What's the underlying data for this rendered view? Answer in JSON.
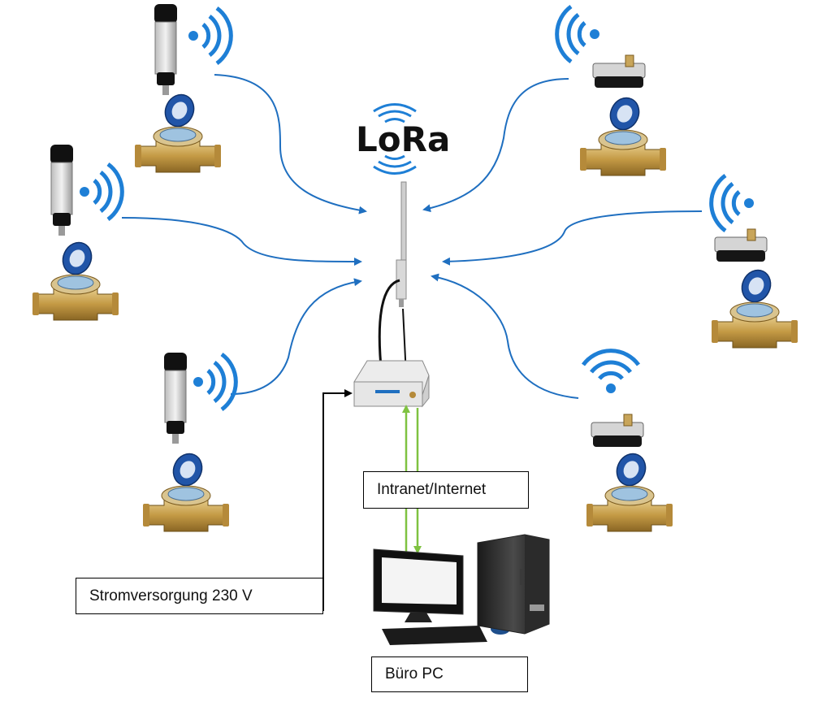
{
  "logo": {
    "text": "LoRa"
  },
  "labels": {
    "network": "Intranet/Internet",
    "power": "Stromversorgung 230 V",
    "office_pc": "Büro PC"
  },
  "colors": {
    "link_arrow": "#1f6fc0",
    "network_arrow": "#7fc241",
    "power_arrow": "#000000",
    "signal_waves": "#1e7fd6",
    "brass": "#c8a55a",
    "meter_lid": "#2155a8"
  },
  "icons": [
    "water-meter-icon",
    "radio-module-icon",
    "clip-on-sensor-icon",
    "signal-waves-icon",
    "antenna-icon",
    "gateway-icon",
    "desktop-pc-icon"
  ]
}
